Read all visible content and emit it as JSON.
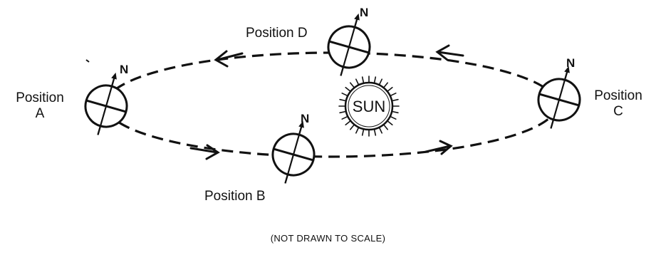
{
  "positions": {
    "a": {
      "line1": "Position",
      "line2": "A"
    },
    "b": {
      "label": "Position B"
    },
    "c": {
      "line1": "Position",
      "line2": "C"
    },
    "d": {
      "label": "Position D"
    }
  },
  "north_label": "N",
  "sun_label": "SUN",
  "caption": "(NOT DRAWN TO SCALE)",
  "colors": {
    "ink": "#111111",
    "background": "#ffffff"
  }
}
